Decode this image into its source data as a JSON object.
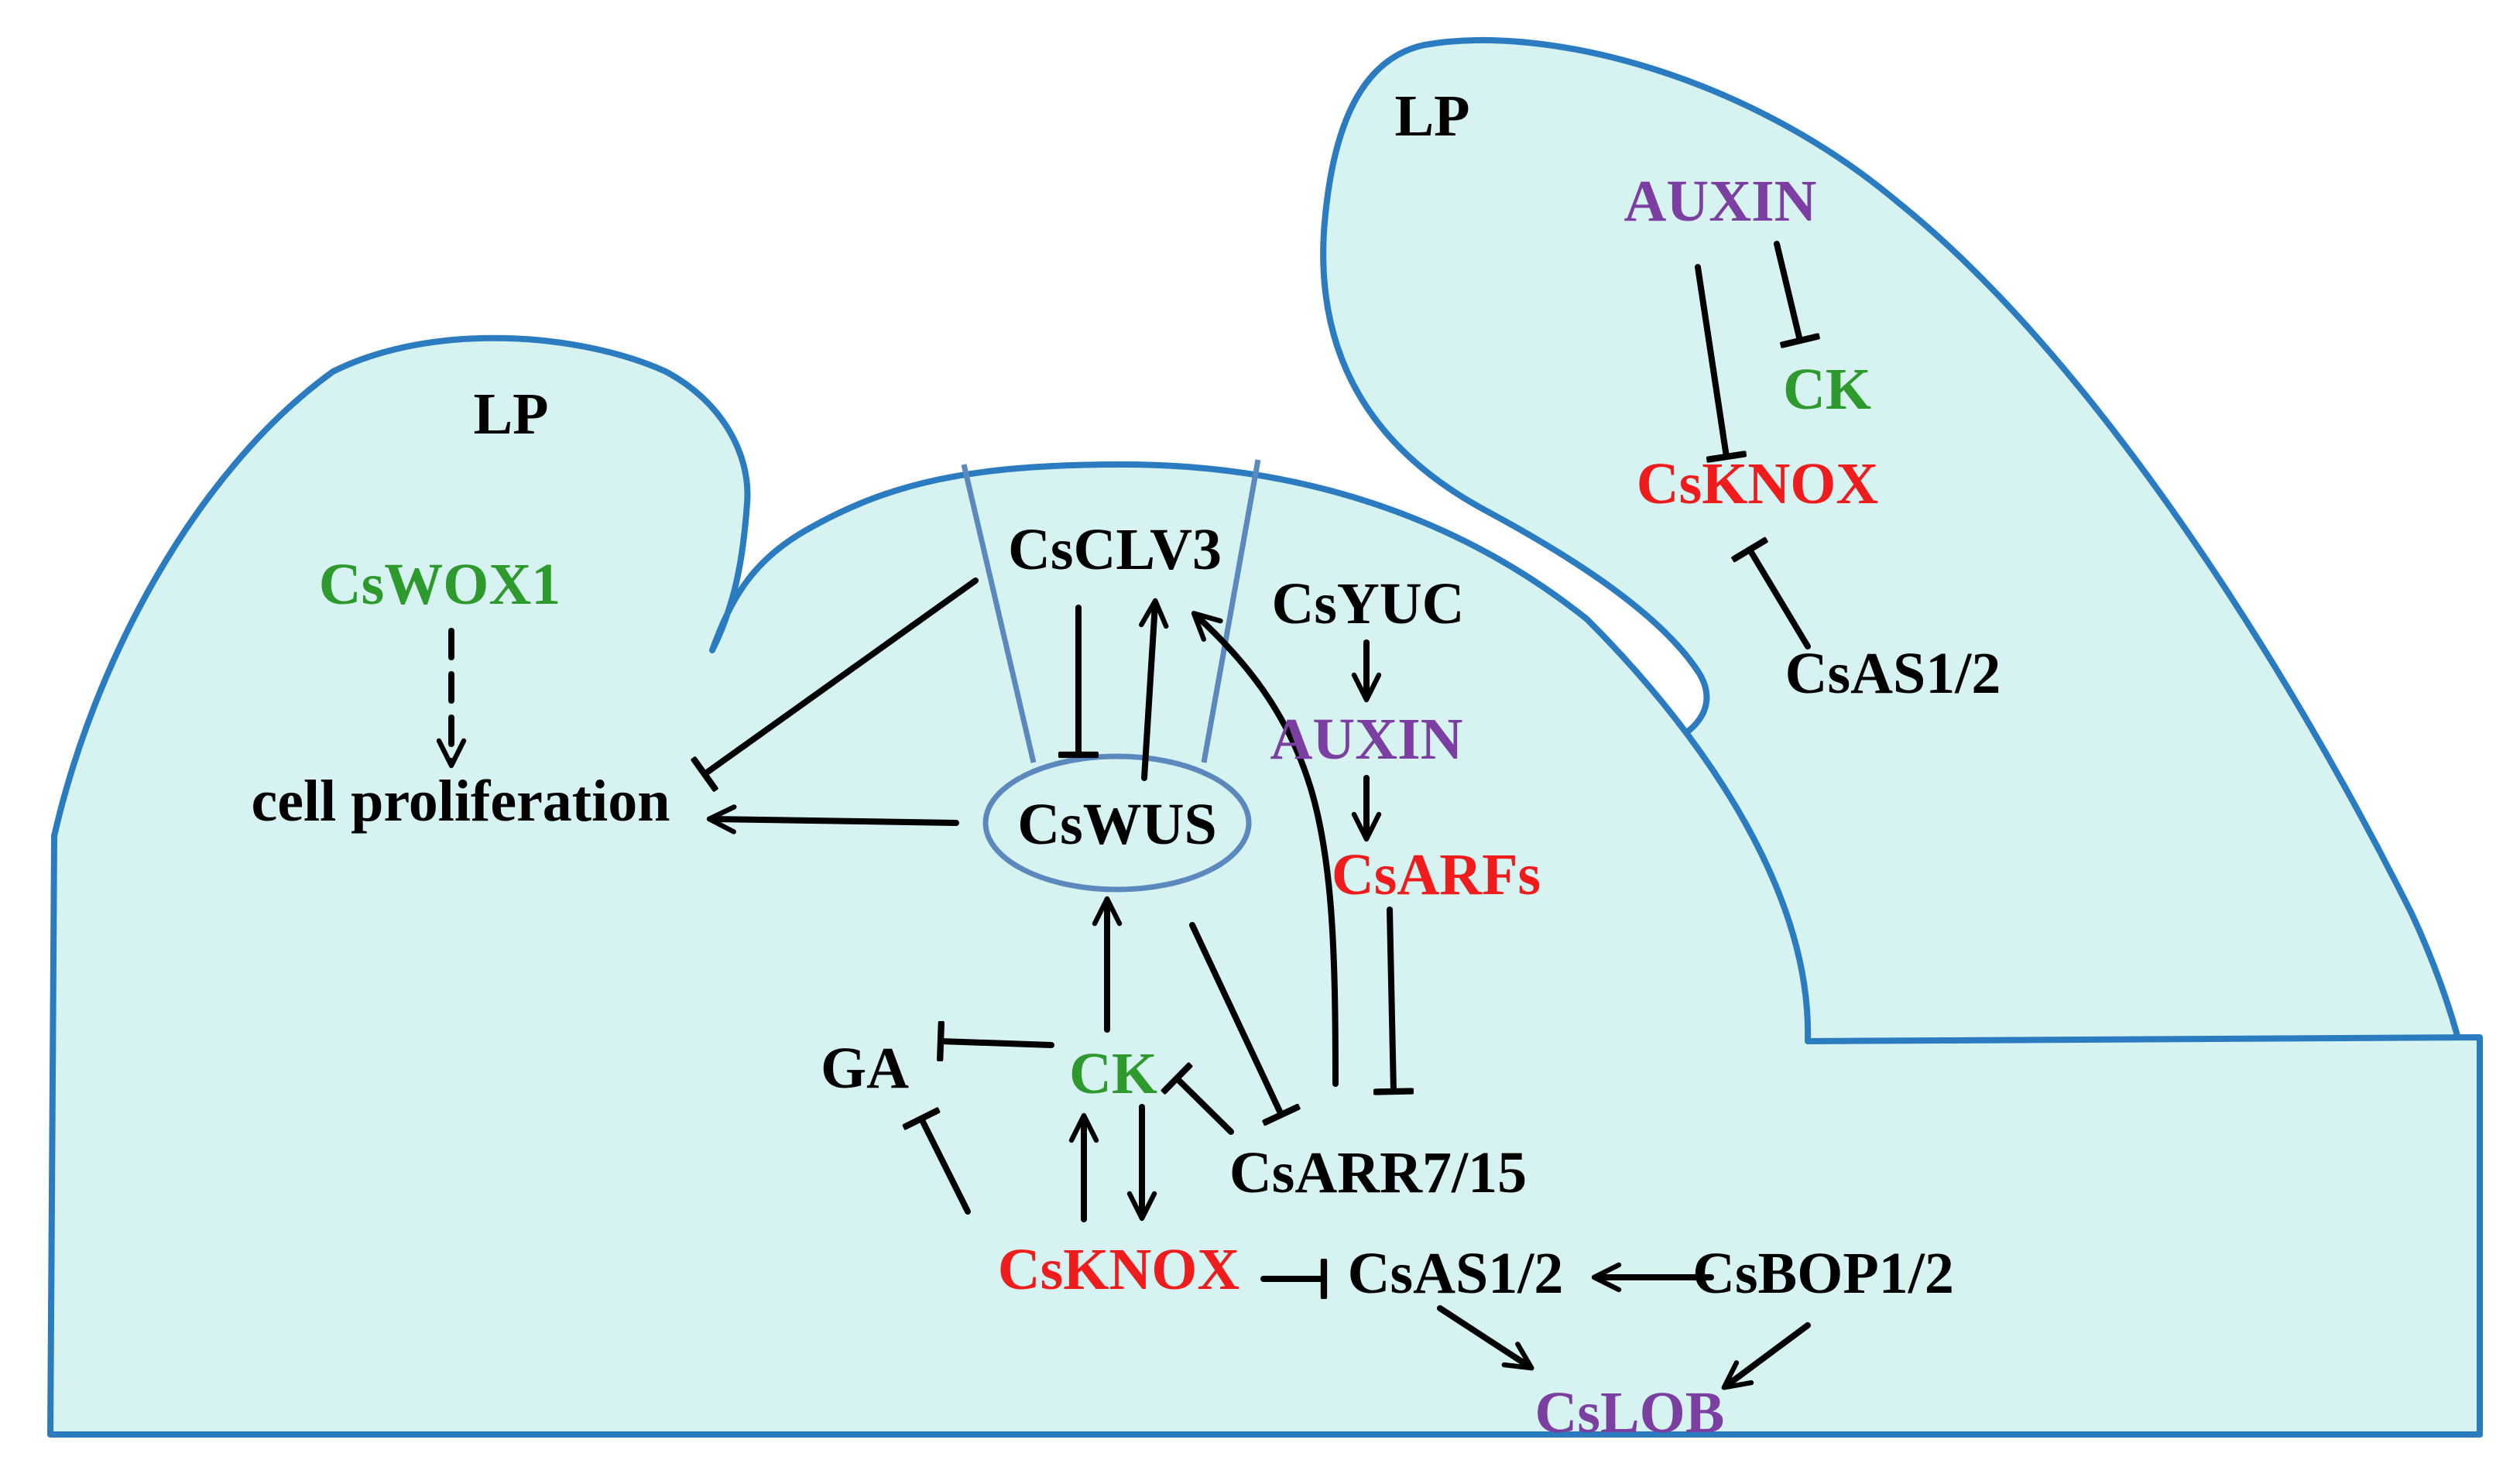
{
  "colors": {
    "tissue_fill": "#d6f2f1",
    "tissue_outline": "#2a7bbf",
    "zone_outline": "#5b88bd",
    "black": "#000000",
    "red": "#ee1c1c",
    "green": "#2e9a2e",
    "purple": "#7a3fa0"
  },
  "labels": {
    "lp_left": "LP",
    "lp_right": "LP",
    "cswox1": "CsWOX1",
    "cell_proliferation": "cell proliferation",
    "csclv3": "CsCLV3",
    "cswus": "CsWUS",
    "csyuc": "CsYUC",
    "auxin_center": "AUXIN",
    "csarfs": "CsARFs",
    "ga": "GA",
    "ck_center": "CK",
    "csarr": "CsARR7/15",
    "csknox_center": "CsKNOX",
    "csas_center": "CsAS1/2",
    "csbop": "CsBOP1/2",
    "cslob": "CsLOB",
    "auxin_right": "AUXIN",
    "ck_right": "CK",
    "csknox_right": "CsKNOX",
    "csas_right": "CsAS1/2"
  },
  "label_colors": {
    "lp_left": "#000000",
    "lp_right": "#000000",
    "cswox1": "#2e9a2e",
    "cell_proliferation": "#000000",
    "csclv3": "#000000",
    "cswus": "#000000",
    "csyuc": "#000000",
    "auxin_center": "#7a3fa0",
    "csarfs": "#ee1c1c",
    "ga": "#000000",
    "ck_center": "#2e9a2e",
    "csarr": "#000000",
    "csknox_center": "#ee1c1c",
    "csas_center": "#000000",
    "csbop": "#000000",
    "cslob": "#7a3fa0",
    "auxin_right": "#7a3fa0",
    "ck_right": "#2e9a2e",
    "csknox_right": "#ee1c1c",
    "csas_right": "#000000"
  },
  "interactions": [
    {
      "from": "CsWOX1",
      "to": "cell proliferation",
      "type": "promotes (dashed)"
    },
    {
      "from": "CsCLV3",
      "to": "cell proliferation",
      "type": "inhibits"
    },
    {
      "from": "CsWUS",
      "to": "cell proliferation",
      "type": "promotes"
    },
    {
      "from": "CsCLV3",
      "to": "CsWUS",
      "type": "inhibits"
    },
    {
      "from": "CsWUS",
      "to": "CsCLV3",
      "type": "promotes"
    },
    {
      "from": "CsARR7/15",
      "to": "CsCLV3",
      "type": "promotes"
    },
    {
      "from": "CsYUC",
      "to": "AUXIN",
      "type": "promotes"
    },
    {
      "from": "AUXIN",
      "to": "CsARFs",
      "type": "promotes"
    },
    {
      "from": "CsARFs",
      "to": "CsARR7/15",
      "type": "inhibits"
    },
    {
      "from": "CsWUS",
      "to": "CsARR7/15",
      "type": "inhibits"
    },
    {
      "from": "CK",
      "to": "CsWUS",
      "type": "promotes"
    },
    {
      "from": "CK",
      "to": "GA",
      "type": "inhibits"
    },
    {
      "from": "CsARR7/15",
      "to": "CK",
      "type": "inhibits"
    },
    {
      "from": "CsKNOX",
      "to": "GA",
      "type": "inhibits"
    },
    {
      "from": "CsKNOX",
      "to": "CK",
      "type": "promotes"
    },
    {
      "from": "CK",
      "to": "CsKNOX",
      "type": "promotes"
    },
    {
      "from": "CsKNOX",
      "to": "CsAS1/2",
      "type": "inhibits"
    },
    {
      "from": "CsBOP1/2",
      "to": "CsAS1/2",
      "type": "promotes"
    },
    {
      "from": "CsAS1/2",
      "to": "CsLOB",
      "type": "promotes"
    },
    {
      "from": "CsBOP1/2",
      "to": "CsLOB",
      "type": "promotes"
    },
    {
      "from": "AUXIN",
      "to": "CK",
      "type": "inhibits"
    },
    {
      "from": "AUXIN",
      "to": "CsKNOX",
      "type": "inhibits"
    },
    {
      "from": "CsAS1/2",
      "to": "CsKNOX",
      "type": "inhibits"
    }
  ]
}
